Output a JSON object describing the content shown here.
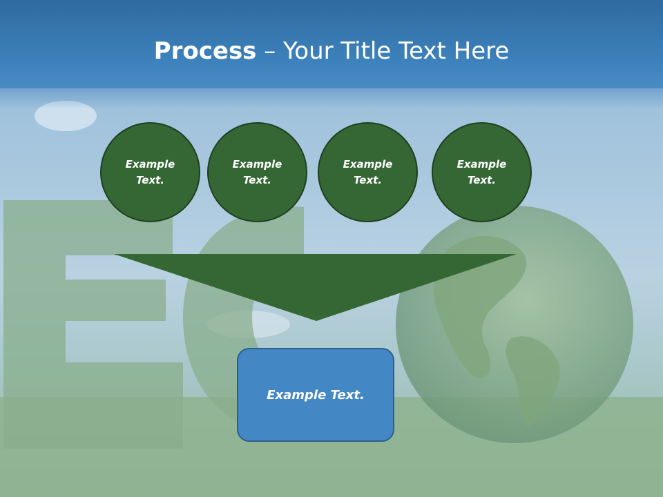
{
  "slide": {
    "title_bold": "Process",
    "title_rest": " – Your Title Text Here"
  },
  "steps": [
    {
      "label": "Example Text."
    },
    {
      "label": "Example Text."
    },
    {
      "label": "Example Text."
    },
    {
      "label": "Example Text."
    }
  ],
  "result": {
    "label": "Example Text."
  },
  "colors": {
    "header": "#3d82bd",
    "circle_fill": "#356735",
    "funnel_fill": "#356735",
    "box_fill": "#4388c5"
  }
}
